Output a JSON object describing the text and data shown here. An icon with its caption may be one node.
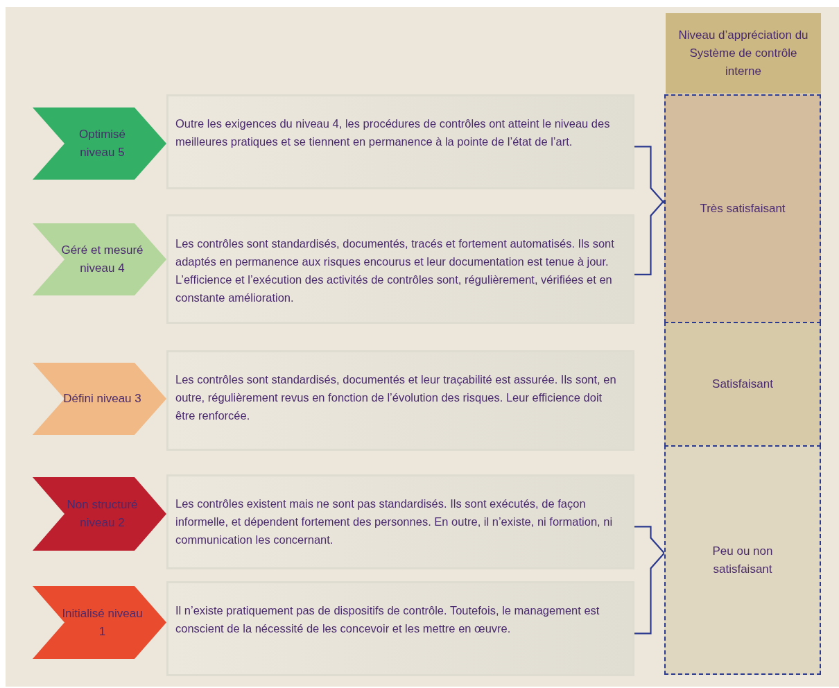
{
  "diagram": {
    "nodes": [
      {
        "text": [
          "Niveau d’appréciation du Système de contrôle interne"
        ]
      },
      {
        "text": [
          "Optimisé niveau 5"
        ]
      },
      {
        "text": [
          "Outre les exigences du niveau 4, les procédures de contrôles ont atteint le niveau des meilleures pratiques et se tiennent en permanence à la pointe de l’état de l’art."
        ]
      },
      {
        "text": [
          "Géré et mesuré niveau 4"
        ]
      },
      {
        "text": [
          "Les contrôles sont standardisés, documentés, tracés et fortement automatisés. Ils sont adaptés en permanence aux risques encourus et leur documentation est tenue à jour. L’efficience et l’exécution des activités de contrôles sont, régulièrement, vérifiées et en constante amélioration."
        ]
      },
      {
        "text": [
          "Défini niveau 3"
        ]
      },
      {
        "text": [
          "Les contrôles sont standardisés, documentés et leur traçabilité est assurée. Ils sont, en outre, régulièrement revus en fonction de l’évolution des risques. Leur efficience doit être renforcée."
        ]
      },
      {
        "text": [
          "Non structuré niveau 2"
        ]
      },
      {
        "text": [
          "Les contrôles existent mais ne sont pas standardisés. Ils sont exécutés, de façon informelle, et dépendent fortement des personnes. En outre, il n’existe, ni formation, ni communication les concernant."
        ]
      },
      {
        "text": [
          "Initialisé niveau 1"
        ]
      },
      {
        "text": [
          "Il n’existe pratiquement pas de dispositifs de contrôle. Toutefois, le management est conscient de la nécessité de les concevoir et les mettre en œuvre."
        ]
      },
      {
        "text": [
          "Très satisfaisant"
        ]
      },
      {
        "text": [
          "Satisfaisant"
        ]
      },
      {
        "text": [
          "Peu ou non satisfaisant"
        ]
      }
    ],
    "edges": [
      {
        "from": 2,
        "to": 11,
        "arrow": "none"
      },
      {
        "from": 4,
        "to": 11,
        "arrow": "none"
      },
      {
        "from": 8,
        "to": 13,
        "arrow": "none"
      },
      {
        "from": 10,
        "to": 13,
        "arrow": "none"
      }
    ]
  }
}
